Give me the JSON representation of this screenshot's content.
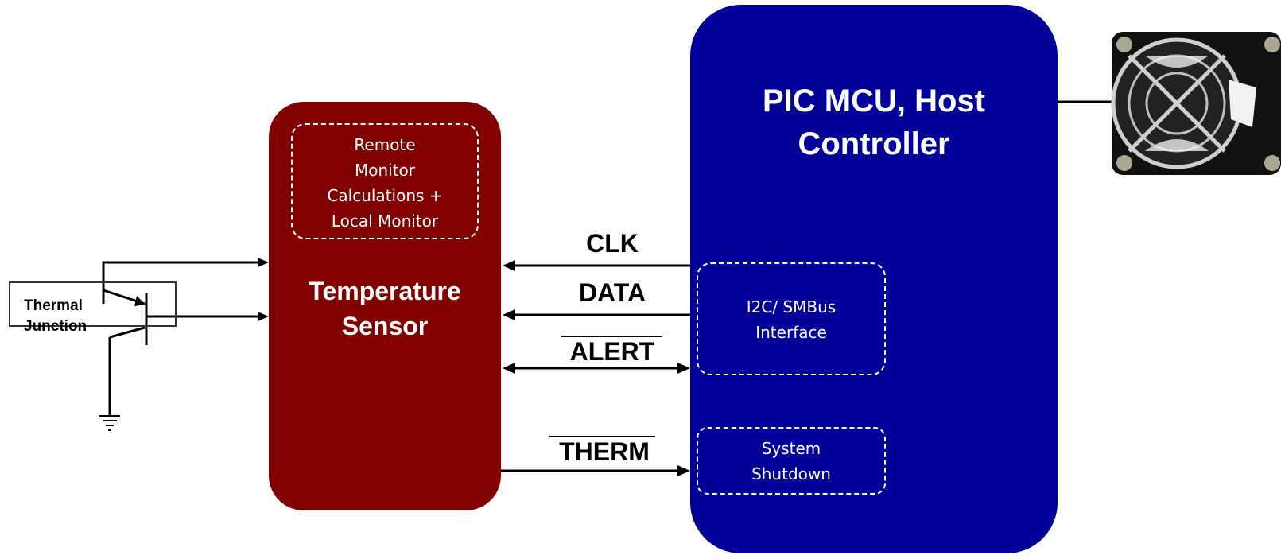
{
  "thermal_junction": {
    "label_line1": "Thermal",
    "label_line2": "Junction"
  },
  "temperature_sensor": {
    "title_line1": "Temperature",
    "title_line2": "Sensor",
    "sub_block": [
      "Remote",
      "Monitor",
      "Calculations +",
      "Local Monitor"
    ],
    "color": "#800000"
  },
  "host_controller": {
    "title_line1": "PIC MCU, Host",
    "title_line2": "Controller",
    "color": "#000099",
    "i2c_block": [
      "I2C/ SMBus",
      "Interface"
    ],
    "shutdown_block": [
      "System",
      "Shutdown"
    ]
  },
  "signals": {
    "clk": "CLK",
    "data": "DATA",
    "alert": "ALERT",
    "therm": "THERM"
  },
  "fan": {
    "icon": "fan-icon"
  }
}
